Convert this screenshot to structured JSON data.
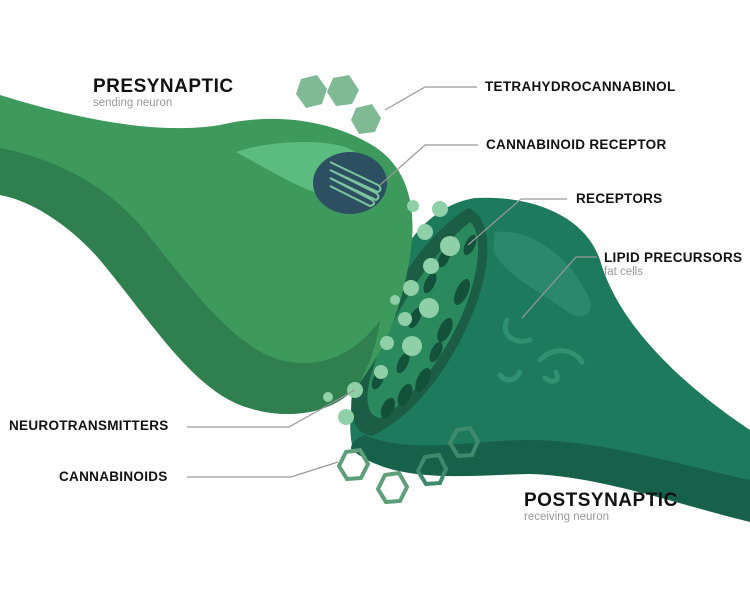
{
  "presynaptic": {
    "title": "PRESYNAPTIC",
    "subtitle": "sending neuron"
  },
  "postsynaptic": {
    "title": "POSTSYNAPTIC",
    "subtitle": "receiving neuron"
  },
  "labels": {
    "thc": "TETRAHYDROCANNABINOL",
    "cannabinoid_receptor": "CANNABINOID RECEPTOR",
    "receptors": "RECEPTORS",
    "lipid_precursors": "LIPID PRECURSORS",
    "lipid_precursors_sub": "fat cells",
    "neurotransmitters": "NEUROTRANSMITTERS",
    "cannabinoids": "CANNABINOIDS"
  },
  "colors": {
    "presynaptic_fill": "#3d9a5c",
    "presynaptic_shade": "#2f7f4f",
    "postsynaptic_fill": "#1e7a5c",
    "postsynaptic_shade": "#17614a",
    "receptor_disk": "#2c4f62",
    "vesicle": "#8fd0a8",
    "hexagon": "#5e9f7a",
    "leader_line": "#999999"
  }
}
